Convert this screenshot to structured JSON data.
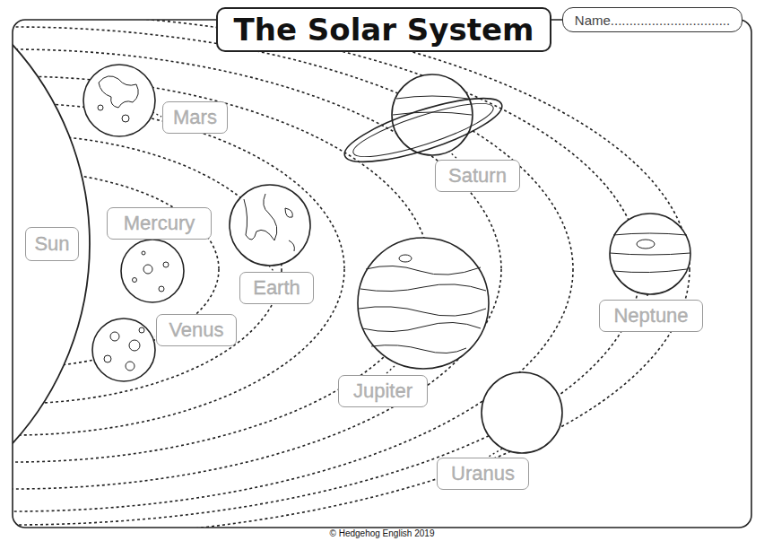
{
  "diagram": {
    "title": "The Solar System",
    "nodes": [
      {
        "text": [
          "Name................................"
        ]
      },
      {
        "text": [
          "Mars"
        ]
      },
      {
        "text": [
          "Saturn"
        ]
      },
      {
        "text": [
          "Mercury"
        ]
      },
      {
        "text": [
          "Sun"
        ]
      },
      {
        "text": [
          "Earth"
        ]
      },
      {
        "text": [
          "Neptune"
        ]
      },
      {
        "text": [
          "Venus"
        ]
      },
      {
        "text": [
          "Jupiter"
        ]
      },
      {
        "text": [
          "Uranus"
        ]
      }
    ],
    "labels": [
      "© Hedgehog English 2019"
    ]
  }
}
